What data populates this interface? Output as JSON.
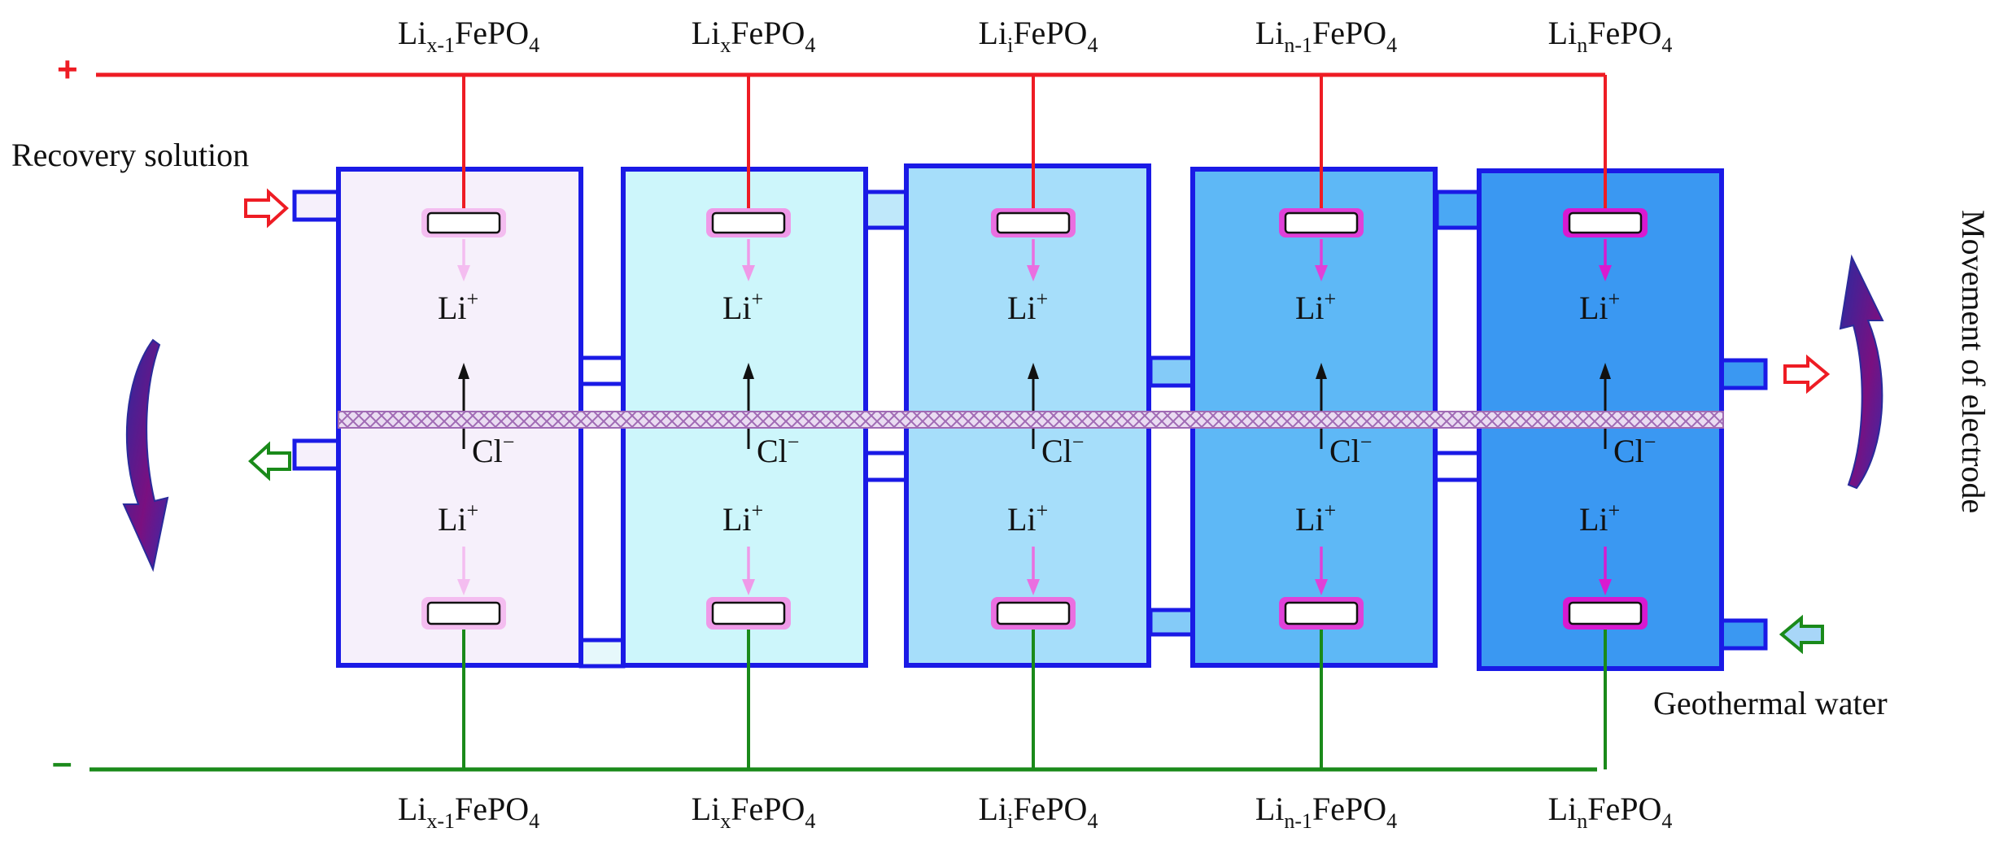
{
  "labels": {
    "recovery_solution": "Recovery solution",
    "geothermal_water": "Geothermal water",
    "movement_of_electrode": "Movement of electrode",
    "plus_sign": "+",
    "minus_sign": "–"
  },
  "ions": {
    "li_base": "Li",
    "li_charge": "+",
    "cl_base": "Cl",
    "cl_charge": "−"
  },
  "electrode_formula": {
    "prefix": "Li",
    "suffix_main": "FePO",
    "suffix_sub": "4"
  },
  "cells": [
    {
      "subscript": "x-1"
    },
    {
      "subscript": "x"
    },
    {
      "subscript": "i"
    },
    {
      "subscript": "n-1"
    },
    {
      "subscript": "n"
    }
  ],
  "colors": {
    "positive_wire": "#ee1c24",
    "negative_wire": "#1a8a1a",
    "cell_border": "#1a1ae6",
    "cell_fills": [
      "#f6f0fb",
      "#cdf6fb",
      "#a6defa",
      "#5eb8f6",
      "#3a98f2"
    ],
    "electrode_outlines": [
      "#f4bdf0",
      "#ef9ae8",
      "#ea6fe0",
      "#e040d8",
      "#d81ad0"
    ],
    "membrane": "#c4a8d2",
    "rotation_arrow": "#6a0d6a"
  }
}
